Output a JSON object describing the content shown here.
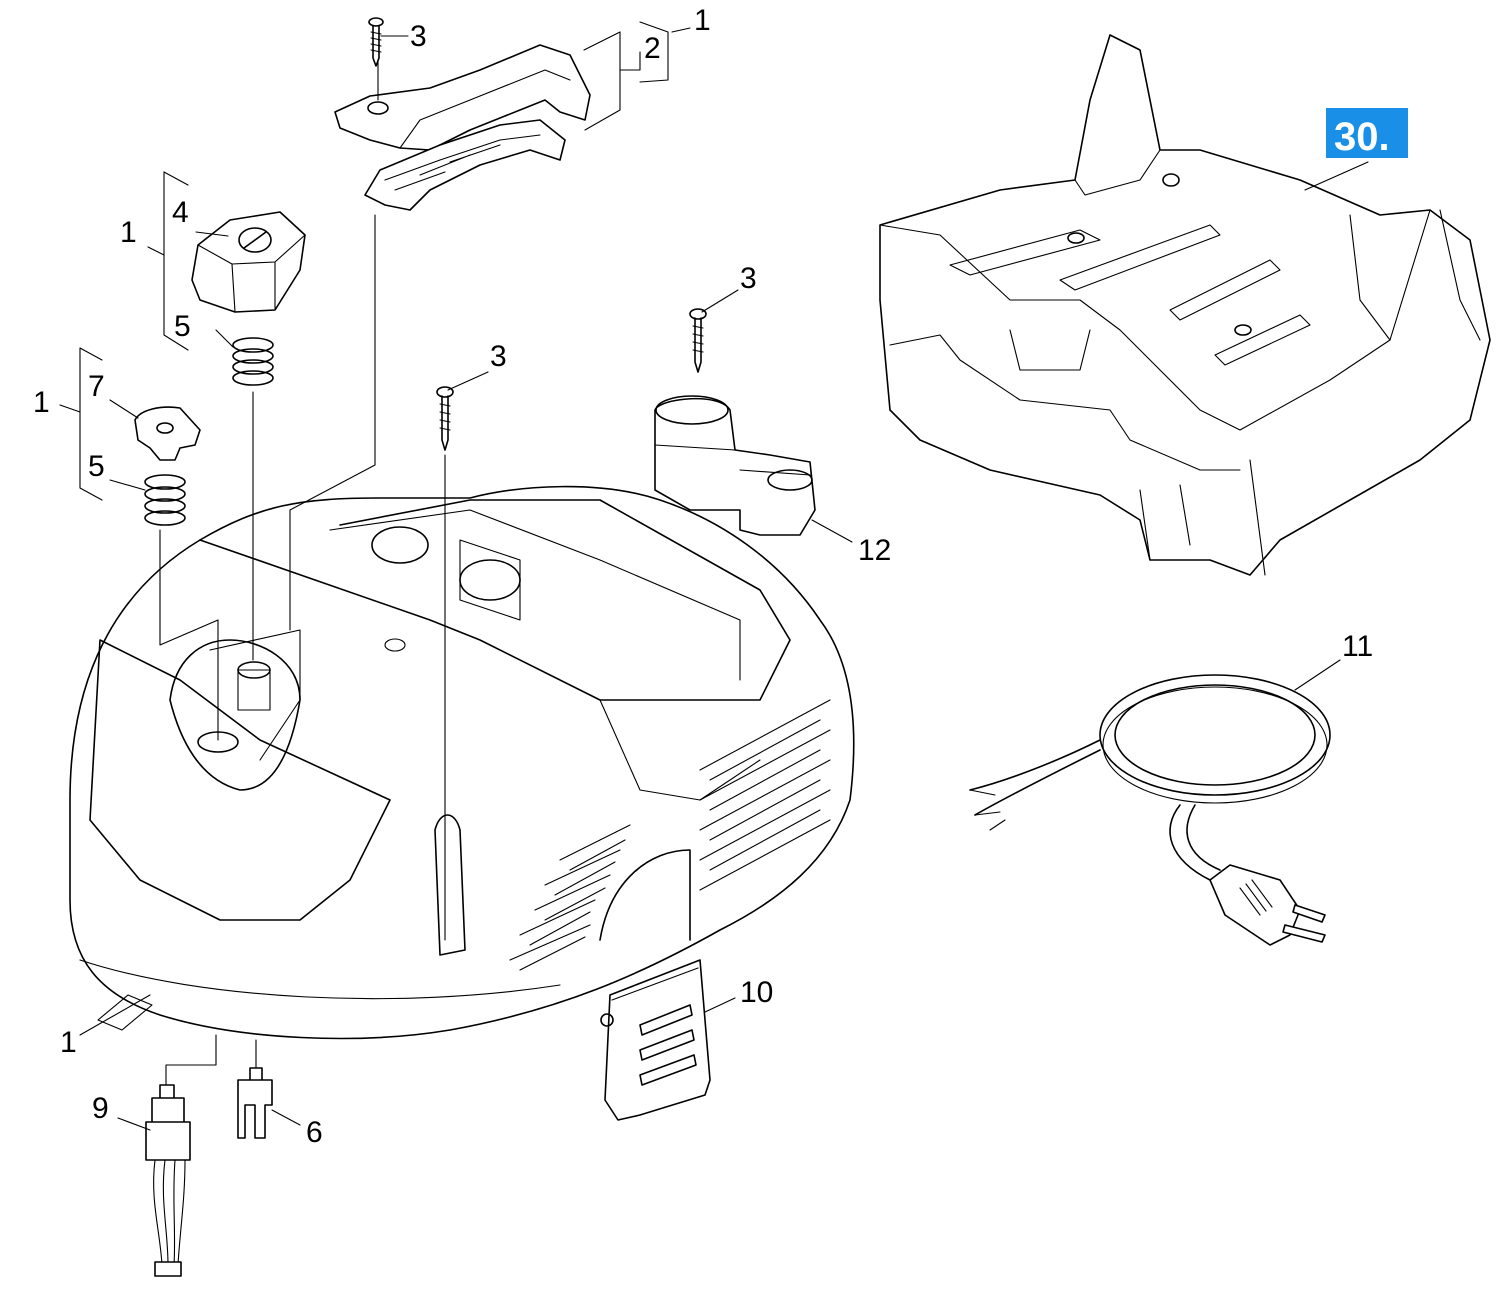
{
  "diagram": {
    "assembly_badge": "30.",
    "badge_color": "#1a8fe8",
    "callouts": [
      {
        "id": "c-1-top",
        "text": "1"
      },
      {
        "id": "c-2-top",
        "text": "2"
      },
      {
        "id": "c-3-handle",
        "text": "3"
      },
      {
        "id": "c-4",
        "text": "4"
      },
      {
        "id": "c-1-knob",
        "text": "1"
      },
      {
        "id": "c-5-upper",
        "text": "5"
      },
      {
        "id": "c-1-valve",
        "text": "1"
      },
      {
        "id": "c-7",
        "text": "7"
      },
      {
        "id": "c-5-lower",
        "text": "5"
      },
      {
        "id": "c-3-center",
        "text": "3"
      },
      {
        "id": "c-3-holder",
        "text": "3"
      },
      {
        "id": "c-12",
        "text": "12"
      },
      {
        "id": "c-11",
        "text": "11"
      },
      {
        "id": "c-10",
        "text": "10"
      },
      {
        "id": "c-1-bottom",
        "text": "1"
      },
      {
        "id": "c-9",
        "text": "9"
      },
      {
        "id": "c-6",
        "text": "6"
      }
    ]
  }
}
